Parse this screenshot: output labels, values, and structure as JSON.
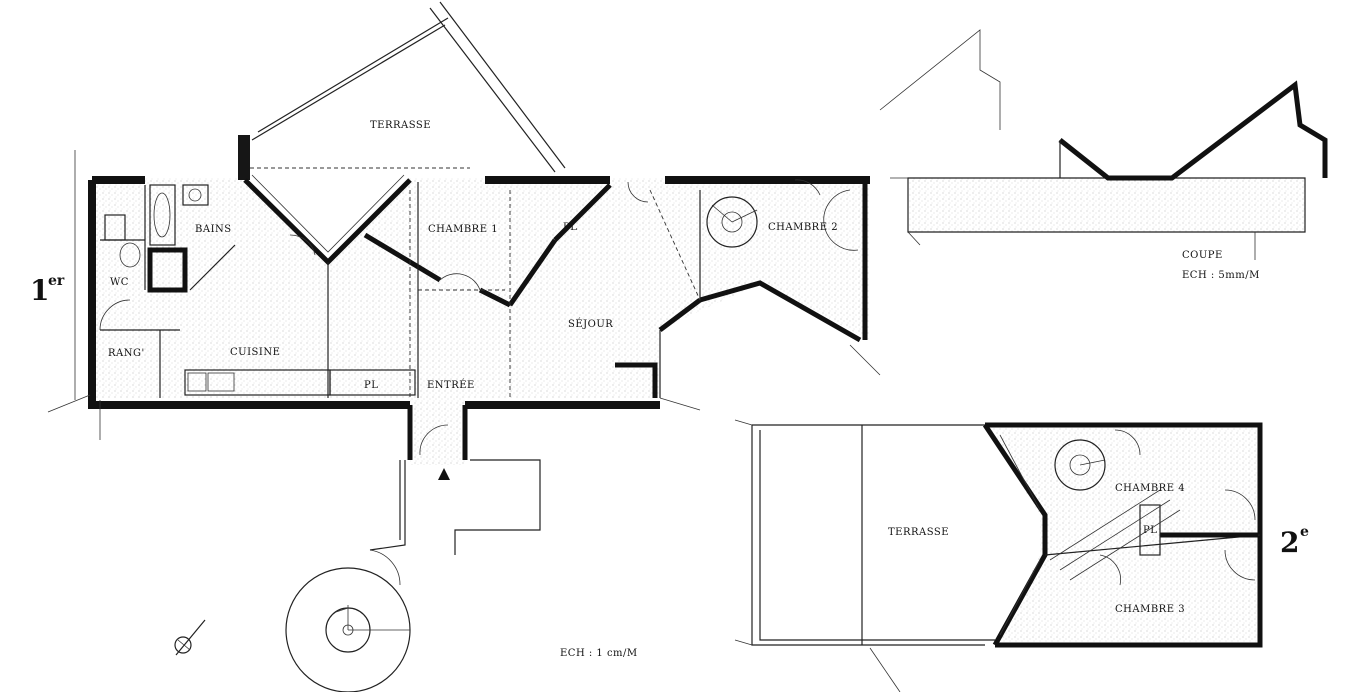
{
  "floors": {
    "first": {
      "label": "1",
      "sup": "er"
    },
    "second": {
      "label": "2",
      "sup": "e"
    }
  },
  "rooms_first": {
    "terrasse": "TERRASSE",
    "bains": "BAINS",
    "wc": "WC",
    "rang": "RANG'",
    "cuisine": "CUISINE",
    "chambre1": "CHAMBRE 1",
    "pl_top": "PL",
    "pl_bottom": "PL",
    "sejour": "SÉJOUR",
    "chambre2": "CHAMBRE 2",
    "entree": "ENTRÉE"
  },
  "rooms_second": {
    "terrasse": "TERRASSE",
    "chambre4": "CHAMBRE 4",
    "pl": "PL",
    "chambre3": "CHAMBRE 3"
  },
  "section": {
    "title": "COUPE",
    "scale": "ECH : 5mm/M"
  },
  "plan_scale": "ECH : 1 cm/M",
  "colors": {
    "wall": "#161616",
    "stipple": "#9a9a9a",
    "background": "#ffffff"
  },
  "icons": {
    "north_arrow": "compass-icon",
    "entry_marker": "entry-triangle-icon"
  }
}
